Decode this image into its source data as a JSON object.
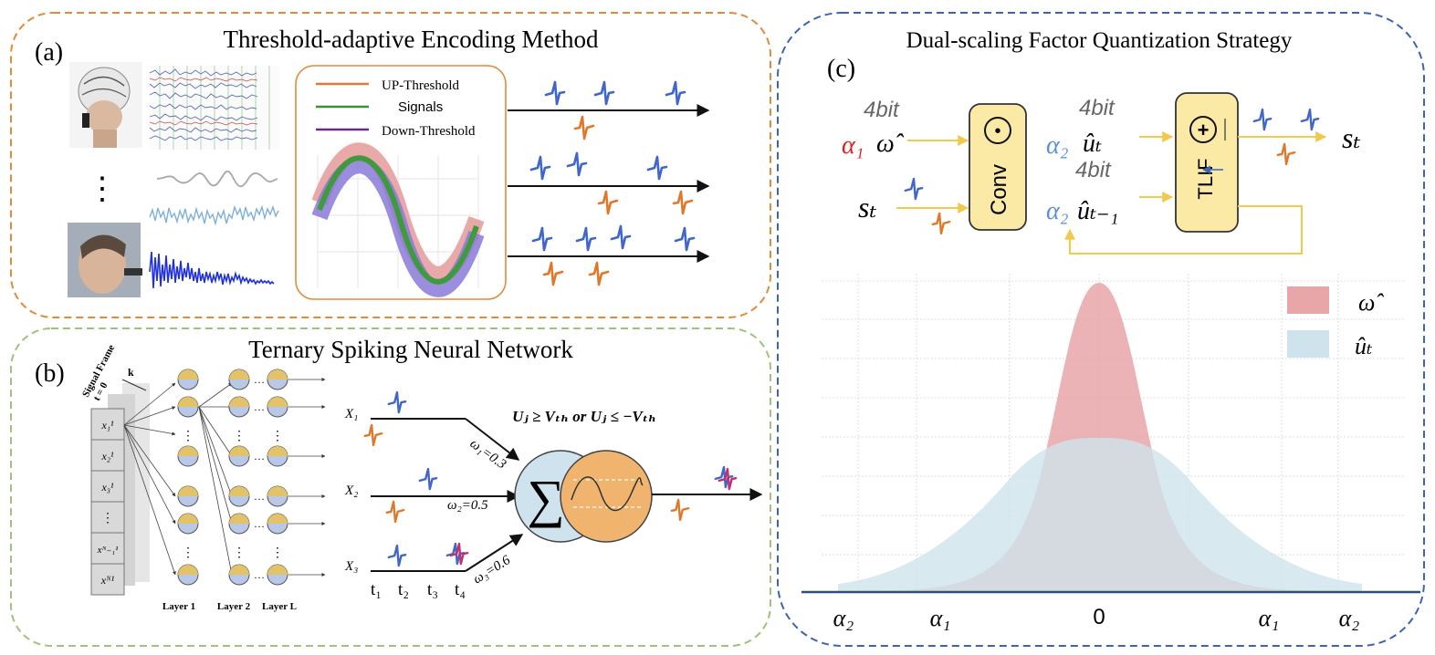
{
  "panel_a": {
    "label": "(a)",
    "title": "Threshold-adaptive Encoding Method",
    "ellipsis": "⋮",
    "legend": [
      "UP-Threshold",
      "Signals",
      "Down-Threshold"
    ]
  },
  "panel_b": {
    "label": "(b)",
    "title": "Ternary Spiking Neural Network",
    "frame_label_1": "Signal Frame",
    "frame_label_2": "t = 0",
    "frame_k": "k",
    "cells": [
      "x₁¹",
      "x₂¹",
      "x₃¹",
      "⋮",
      "xᴺ₋₁¹",
      "xᴺ¹"
    ],
    "layer_labels": [
      "Layer 1",
      "Layer 2",
      "Layer L"
    ],
    "inputs": [
      "X₁",
      "X₂",
      "X₃"
    ],
    "weights": [
      "ω₁=0.3",
      "ω₂=0.5",
      "ω₃=0.6"
    ],
    "condition": "Uⱼ ≥ Vₜₕ or Uⱼ ≤ −Vₜₕ",
    "times": [
      "t₁",
      "t₂",
      "t₃",
      "t₄"
    ],
    "sigma": "∑"
  },
  "panel_c": {
    "label": "(c)",
    "title": "Dual-scaling Factor Quantization Strategy",
    "bit1": "4bit",
    "bit2": "4bit",
    "bit3": "4bit",
    "alpha1": "α₁",
    "alpha2": "α₂",
    "omega_hat": "ω̂",
    "u_t_hat": "ûₜ",
    "u_tm1_hat": "ûₜ₋₁",
    "s_t": "sₜ",
    "conv_label": "Conv",
    "tlif_label": "TLIF",
    "dot_symbol": "•",
    "plus_symbol": "+",
    "legend_omega": "ω̂",
    "legend_ut": "ûₜ",
    "axis_labels": [
      "α₂",
      "α₁",
      "0",
      "α₁",
      "α₂"
    ]
  },
  "colors": {
    "orange_border": "#e08b3c",
    "green_border": "#9cc47a",
    "blue_border": "#3b64b5",
    "spike_blue": "#3f66c8",
    "spike_orange": "#e0782c",
    "gauss_red": "#e8a6a8",
    "gauss_blue": "#cfe3ec"
  }
}
